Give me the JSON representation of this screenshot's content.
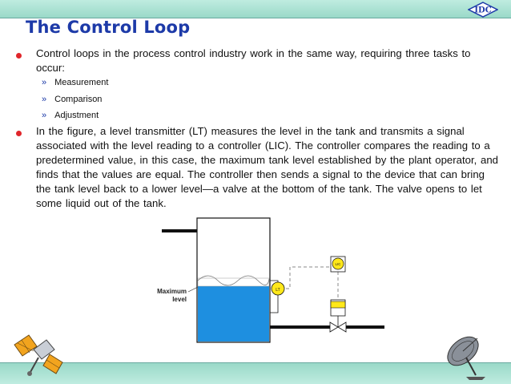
{
  "header": {
    "logo_text": "IDC"
  },
  "title": "The Control Loop",
  "bullets": [
    {
      "text": "Control loops in the process control industry work in the same way, requiring three tasks to occur:",
      "sub_items": [
        "Measurement",
        "Comparison",
        "Adjustment"
      ]
    },
    {
      "text": "In the figure, a level transmitter (LT) measures the level in the tank and transmits a signal associated with the level reading to a controller (LIC). The controller compares the reading to a predetermined value, in this case, the maximum tank level established by the plant operator, and finds that the values are equal. The controller then sends a signal to the device that can bring the tank level back to a lower level—a valve at the bottom of the tank. The valve opens to let some liquid out of the tank."
    }
  ],
  "figure": {
    "max_level_label_line1": "Maximum",
    "max_level_label_line2": "level",
    "lt_label": "LT",
    "lic_label": "LIC"
  },
  "colors": {
    "title": "#1d3aa8",
    "bullet": "#e0262b",
    "liquid": "#1e8fe0",
    "instrument": "#ffe81a",
    "band": "#9ad9c8"
  }
}
